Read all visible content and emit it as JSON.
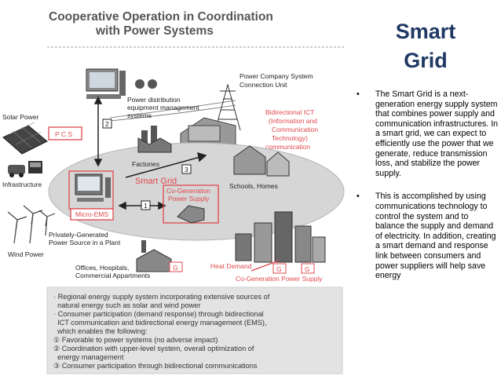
{
  "diagram": {
    "title_line1": "Cooperative Operation in Coordination",
    "title_line2": "with Power Systems",
    "labels": {
      "power_company_l1": "Power Company System",
      "power_company_l2": "Connection Unit",
      "power_dist_l1": "Power distribution",
      "power_dist_l2": "equipment management",
      "power_dist_l3": "systems",
      "solar_power": "Solar Power",
      "pcs": "P C S",
      "bidir_l1": "Bidirectional ICT",
      "bidir_l2": "(Information and",
      "bidir_l3": "Communication",
      "bidir_l4": "Technology)",
      "bidir_l5": "communication",
      "factories": "Factories",
      "infrastructure": "Infrastructure",
      "smart_grid": "Smart Grid",
      "cogen_l1": "Co-Generation",
      "cogen_l2": "Power Supply",
      "schools_homes": "Schools, Homes",
      "micro_ems": "Micro-EMS",
      "private_l1": "Privately-Generated",
      "private_l2": "Power Source in a Plant",
      "wind_power": "Wind Power",
      "offices_l1": "Offices, Hospitals,",
      "offices_l2": "Commercial Appartments",
      "heat_demand": "Heat Demand",
      "cogen_bottom": "Co-Generation Power Supply",
      "num1": "1",
      "num2": "2",
      "num3": "3",
      "g": "G"
    },
    "notes": [
      "· Regional energy supply system incorporating extensive sources of",
      "  natural energy such as solar and wind power",
      "· Consumer participation (demand response) through bidirectional",
      "  ICT communication and bidirectional energy management (EMS),",
      "  which enables the following:",
      "① Favorable to power systems (no adverse impact)",
      "② Coordination with upper-level system, overall optimization of",
      "  energy management",
      "③ Consumer participation through bidirectional communications"
    ]
  },
  "side": {
    "title_line1": "Smart",
    "title_line2": "Grid",
    "bullet_char": "•",
    "bullets": [
      "The Smart Grid is a next-generation energy supply system that combines power supply and communication infrastructures. In a smart grid, we can expect to efficiently use the power that we generate, reduce transmission loss, and stabilize the power supply.",
      "This is accomplished by using communications technology to control the system and to balance the supply and demand of electricity. In addition, creating a smart demand and response link between consumers and power suppliers will help save energy"
    ]
  },
  "colors": {
    "red_accent": "#e0484d",
    "title_blue": "#1f3864",
    "gray_dark": "#555555",
    "ellipse_fill": "#d6d6d6"
  }
}
